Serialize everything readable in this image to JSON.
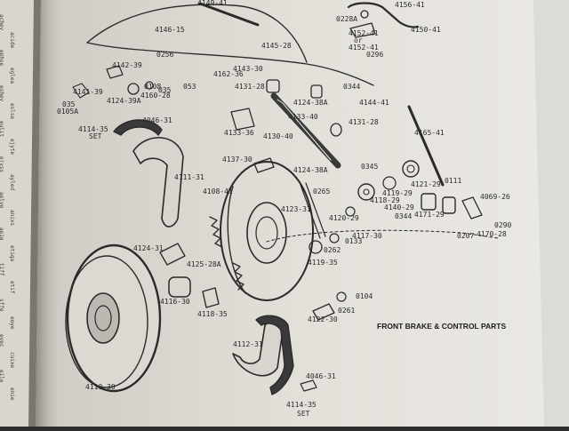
{
  "diagram": {
    "title": "FRONT BRAKE & CONTROL PARTS",
    "part_labels": [
      "4149-41",
      "4146-15",
      "0228A",
      "4156-41",
      "4152-41",
      "4150-41",
      "4152-41",
      "0296",
      "or",
      "4145-28",
      "0256",
      "4142-39",
      "4162-36",
      "4143-30",
      "0108",
      "035",
      "053",
      "4141-39",
      "4160-28",
      "035",
      "0105A",
      "4124-39A",
      "4131-28",
      "0344",
      "4124-38A",
      "4144-41",
      "4046-31",
      "4114-35",
      "SET",
      "4133-36",
      "4133-40",
      "4131-28",
      "4130-40",
      "4165-41",
      "4137-30",
      "4124-38A",
      "0345",
      "4121-29",
      "4111-31",
      "0111",
      "4108-41",
      "0265",
      "4119-29",
      "4069-26",
      "4123-31",
      "4118-29",
      "4120-29",
      "4140-29",
      "0344",
      "4171-29",
      "0290",
      "4117-30",
      "0207",
      "4170-28",
      "0133",
      "4124-31",
      "4125-28A",
      "0262",
      "4119-35",
      "4116-30",
      "0104",
      "4118-35",
      "4122-30",
      "0261",
      "4110-30",
      "4112-31",
      "4046-31",
      "4114-35",
      "SET"
    ]
  },
  "left_page_fragments": [
    "achey",
    "acide",
    "ephse",
    "eglea",
    "eshey",
    "eslse",
    "eulit",
    "ejyte",
    "ejyss",
    "ayled",
    "aelyo",
    "anixs",
    "aeie",
    "etiqa",
    "tiff",
    "etif",
    "sffe",
    "eoye",
    "eyec",
    "cuixe",
    "eile",
    "enie"
  ]
}
